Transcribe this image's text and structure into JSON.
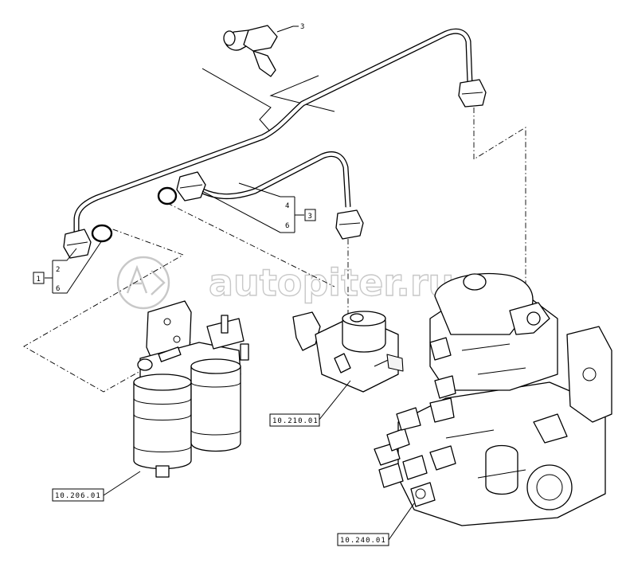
{
  "watermark": {
    "text": "autopiter.ru"
  },
  "callouts": {
    "item_3": "3",
    "item_2": "2",
    "item_6_left": "6",
    "item_1": "1",
    "item_4": "4",
    "item_6_right": "6",
    "item_3_box": "3"
  },
  "references": {
    "pump_ref": "10.210.01",
    "filter_ref": "10.206.01",
    "injection_pump_ref": "10.240.01"
  }
}
